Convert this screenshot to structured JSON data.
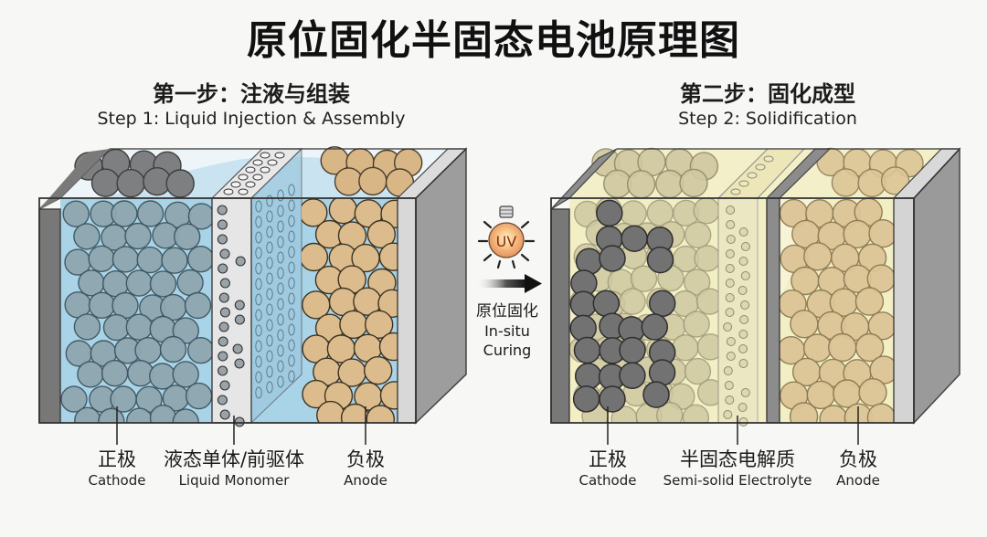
{
  "title": "原位固化半固态电池原理图",
  "step1": {
    "title_zh": "第一步：注液与组装",
    "title_en": "Step 1: Liquid Injection & Assembly"
  },
  "step2": {
    "title_zh": "第二步：固化成型",
    "title_en": "Step 2: Solidification"
  },
  "process": {
    "icon": "uv-lamp-icon",
    "uv_label": "UV",
    "arrow": "right-arrow-icon",
    "label_zh": "原位固化",
    "label_en_1": "In-situ",
    "label_en_2": "Curing"
  },
  "labels_step1": [
    {
      "zh": "正极",
      "en": "Cathode"
    },
    {
      "zh": "液态单体/前驱体",
      "en": "Liquid Monomer"
    },
    {
      "zh": "负极",
      "en": "Anode"
    }
  ],
  "labels_step2": [
    {
      "zh": "正极",
      "en": "Cathode"
    },
    {
      "zh": "半固态电解质",
      "en": "Semi-solid Electrolyte"
    },
    {
      "zh": "负极",
      "en": "Anode"
    }
  ],
  "colors": {
    "background": "#f7f7f5",
    "casing_dark": "#7b7b7b",
    "casing_side": "#9a9a9a",
    "liquid": "#a9d3e6",
    "gel": "#f1ecc0",
    "cathode_particle": "#8fa3ab",
    "cathode_particle_solid": "#6f6f6f",
    "anode_particle": "#d9b98a",
    "separator": "#e6e6e6"
  }
}
